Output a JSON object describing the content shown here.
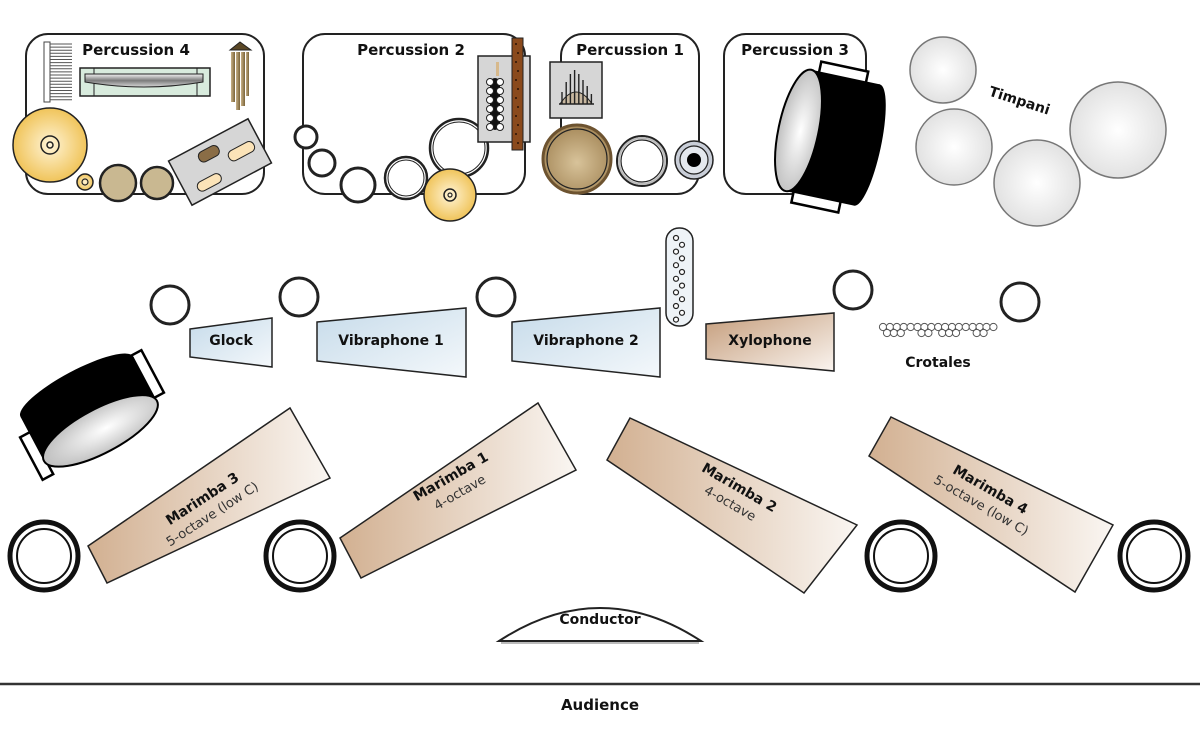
{
  "diagram": {
    "title": "Percussion ensemble stage setup",
    "stations": {
      "percussion4": {
        "label": "Percussion 4"
      },
      "percussion2": {
        "label": "Percussion 2"
      },
      "percussion1": {
        "label": "Percussion 1"
      },
      "percussion3": {
        "label": "Percussion 3"
      }
    },
    "timpani": {
      "label": "Timpani",
      "count": 4
    },
    "keyboards": {
      "glock": {
        "label": "Glock"
      },
      "vibraphone1": {
        "label": "Vibraphone 1"
      },
      "vibraphone2": {
        "label": "Vibraphone 2"
      },
      "xylophone": {
        "label": "Xylophone"
      },
      "crotales": {
        "label": "Crotales"
      }
    },
    "marimbas": {
      "marimba3": {
        "label": "Marimba 3",
        "range": "5-octave (low C)"
      },
      "marimba1": {
        "label": "Marimba 1",
        "range": "4-octave"
      },
      "marimba2": {
        "label": "Marimba 2",
        "range": "4-octave"
      },
      "marimba4": {
        "label": "Marimba 4",
        "range": "5-octave (low C)"
      }
    },
    "conductor": {
      "label": "Conductor"
    },
    "audience": {
      "label": "Audience"
    },
    "colors": {
      "cymbal": "#f1c65b",
      "wood": "#8a4a1c",
      "drum_shell": "#000000",
      "metal_bar": "#cfe0ee",
      "wood_bar": "#c9a283",
      "marimba": "#d1b295",
      "timpani": "#e6e6e6",
      "tray": "#d4d4d4",
      "stroke": "#222222"
    }
  }
}
